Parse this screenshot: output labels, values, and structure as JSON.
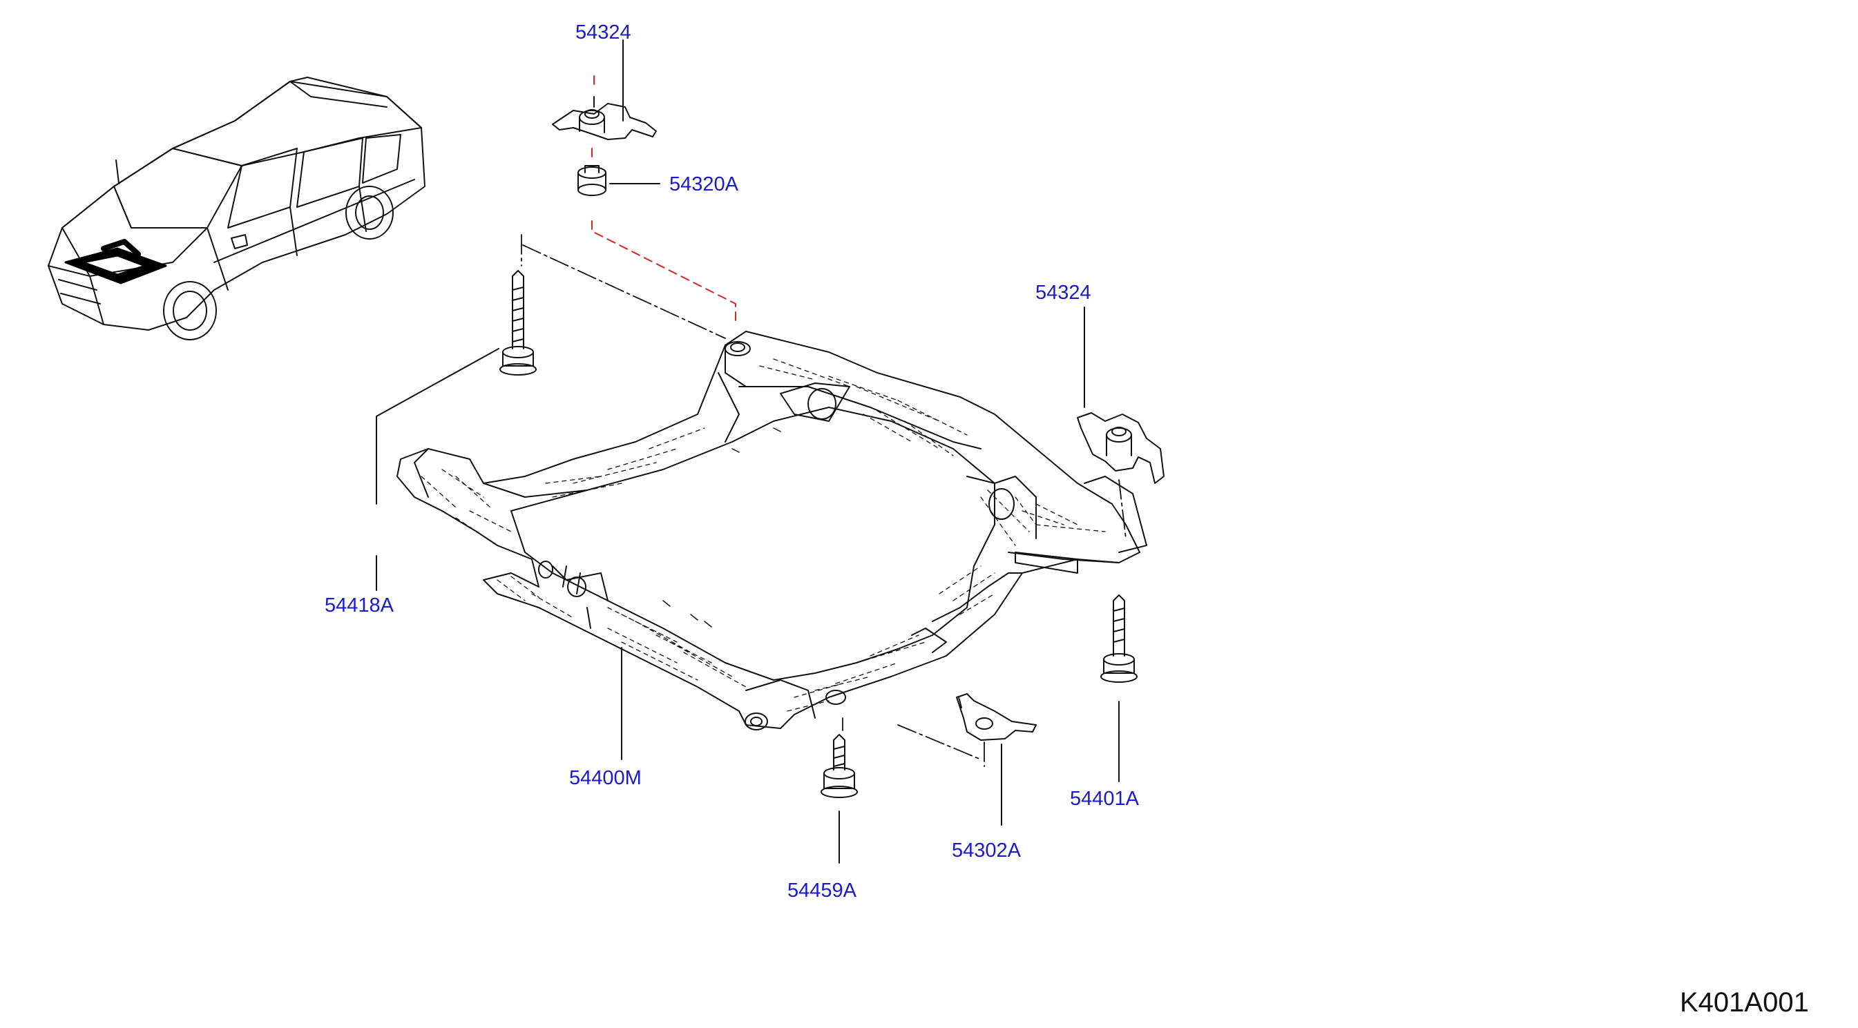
{
  "diagram": {
    "code": "K401A001",
    "colors": {
      "label": "#1a1acc",
      "line": "#111111",
      "hidden_line": "#dd2222"
    },
    "parts": [
      {
        "id": "p1",
        "number": "54324"
      },
      {
        "id": "p2",
        "number": "54320A"
      },
      {
        "id": "p3",
        "number": "54324"
      },
      {
        "id": "p4",
        "number": "54418A"
      },
      {
        "id": "p5",
        "number": "54400M"
      },
      {
        "id": "p6",
        "number": "54401A"
      },
      {
        "id": "p7",
        "number": "54459A"
      },
      {
        "id": "p8",
        "number": "54302A"
      }
    ]
  }
}
